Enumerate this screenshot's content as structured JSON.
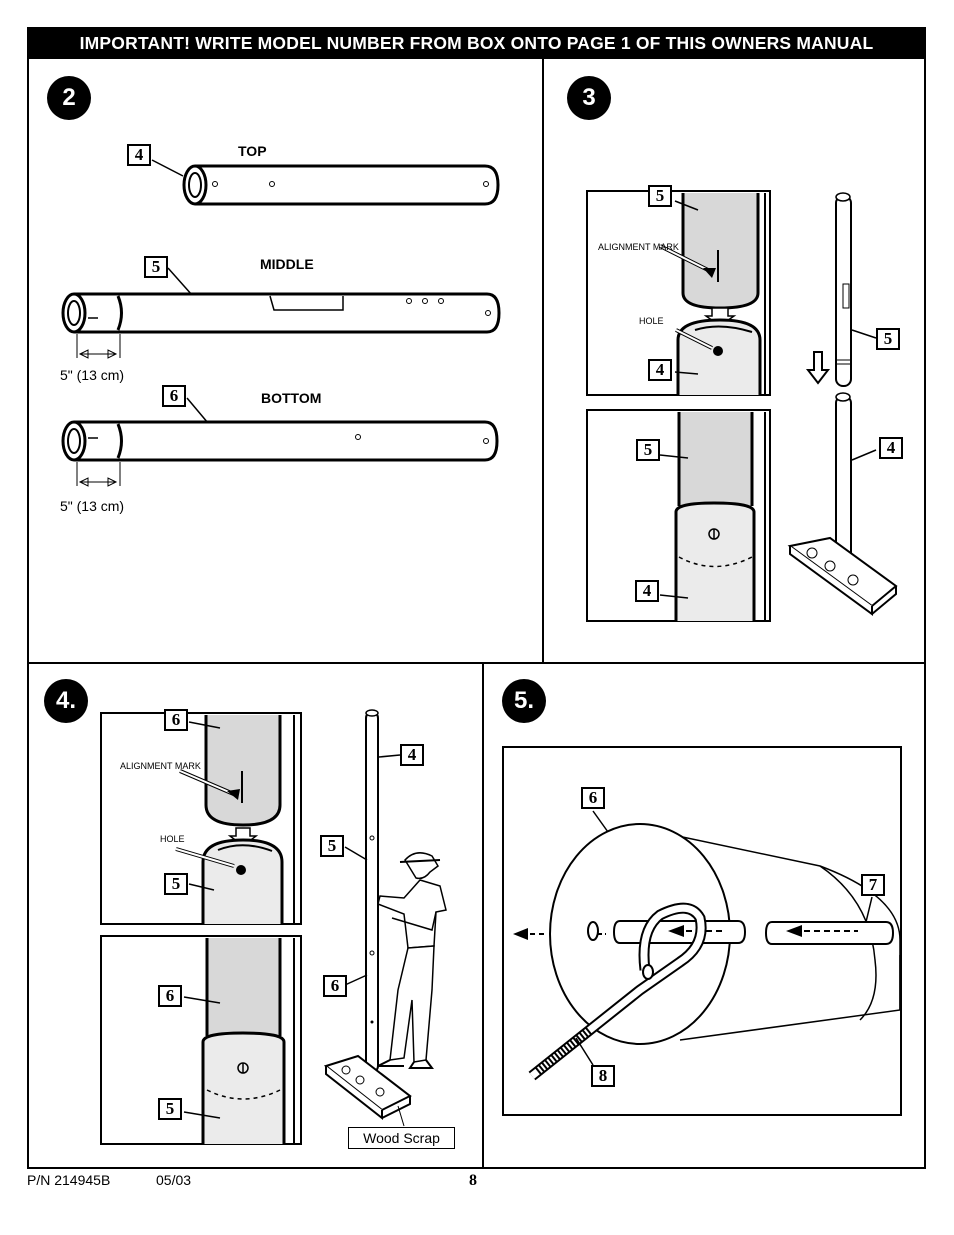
{
  "banner": "IMPORTANT!  WRITE MODEL NUMBER FROM BOX ONTO PAGE 1 OF THIS OWNERS MANUAL",
  "steps": {
    "s2": {
      "number": "2",
      "top_label": "TOP",
      "middle_label": "MIDDLE",
      "bottom_label": "BOTTOM",
      "part_top": "4",
      "part_middle": "5",
      "part_bottom": "6",
      "measure_middle": "5\" (13 cm)",
      "measure_bottom": "5\" (13 cm)"
    },
    "s3": {
      "number": "3",
      "alignment_mark": "ALIGNMENT MARK",
      "hole": "HOLE",
      "parts": [
        "5",
        "4",
        "5",
        "4",
        "5",
        "4"
      ]
    },
    "s4": {
      "number": "4.",
      "alignment_mark": "ALIGNMENT MARK",
      "hole": "HOLE",
      "parts": [
        "6",
        "5",
        "6",
        "5",
        "4",
        "5",
        "6"
      ],
      "wood_scrap": "Wood Scrap"
    },
    "s5": {
      "number": "5.",
      "parts": [
        "6",
        "7",
        "8"
      ]
    }
  },
  "footer": {
    "part_number": "P/N 214945B",
    "date": "05/03",
    "page": "8"
  }
}
